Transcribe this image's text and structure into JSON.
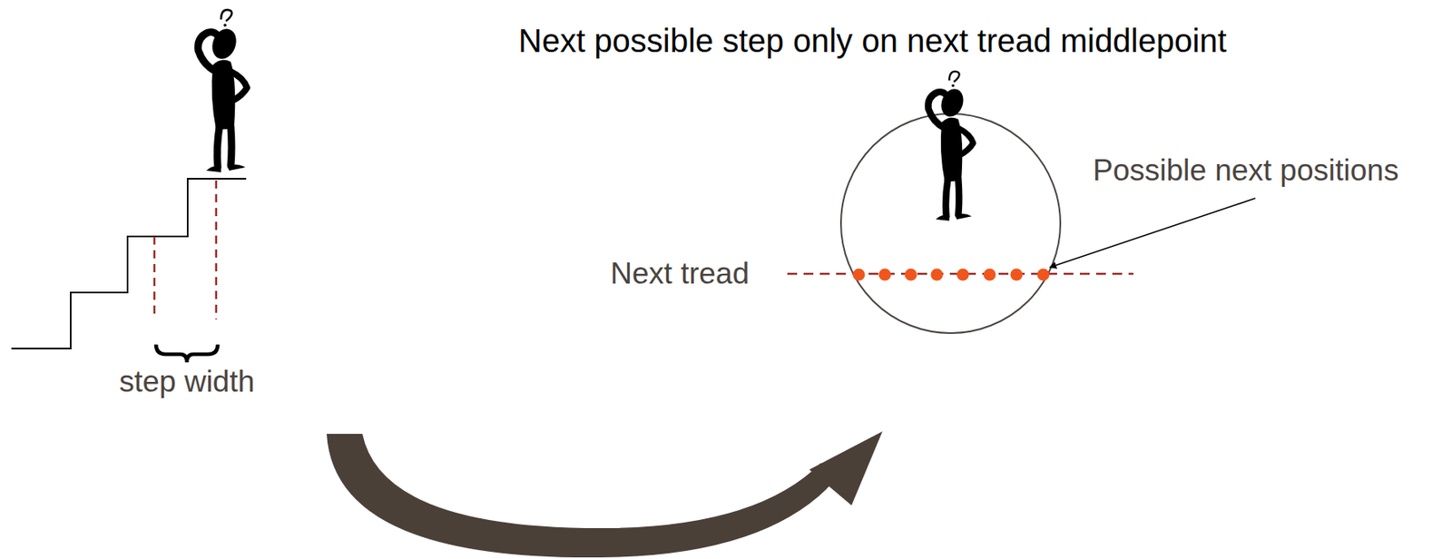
{
  "diagram": {
    "title": "Next possible step only on next tread middlepoint",
    "labels": [
      "step width",
      "Next tread",
      "Possible next positions"
    ]
  }
}
